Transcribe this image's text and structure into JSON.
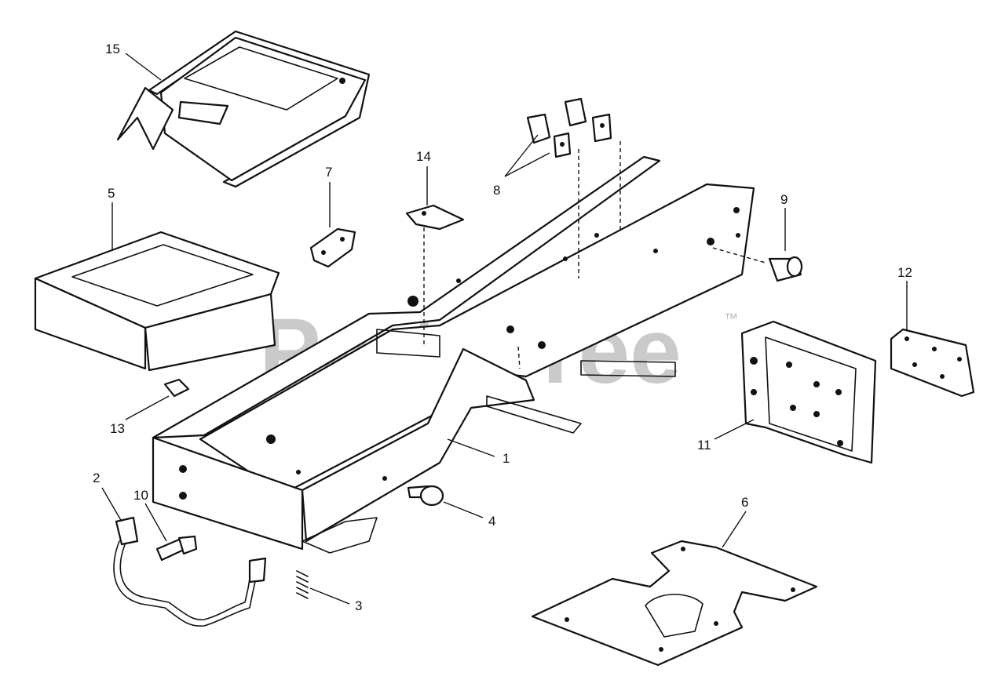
{
  "watermark": {
    "text": "PartsTree",
    "trademark": "™",
    "color": "#b9b9b9"
  },
  "callouts": {
    "c1": "1",
    "c2": "2",
    "c3": "3",
    "c4": "4",
    "c5": "5",
    "c6": "6",
    "c7": "7",
    "c8": "8",
    "c9": "9",
    "c10": "10",
    "c11": "11",
    "c12": "12",
    "c13": "13",
    "c14": "14",
    "c15": "15"
  },
  "colors": {
    "line": "#111111",
    "background": "#ffffff"
  }
}
